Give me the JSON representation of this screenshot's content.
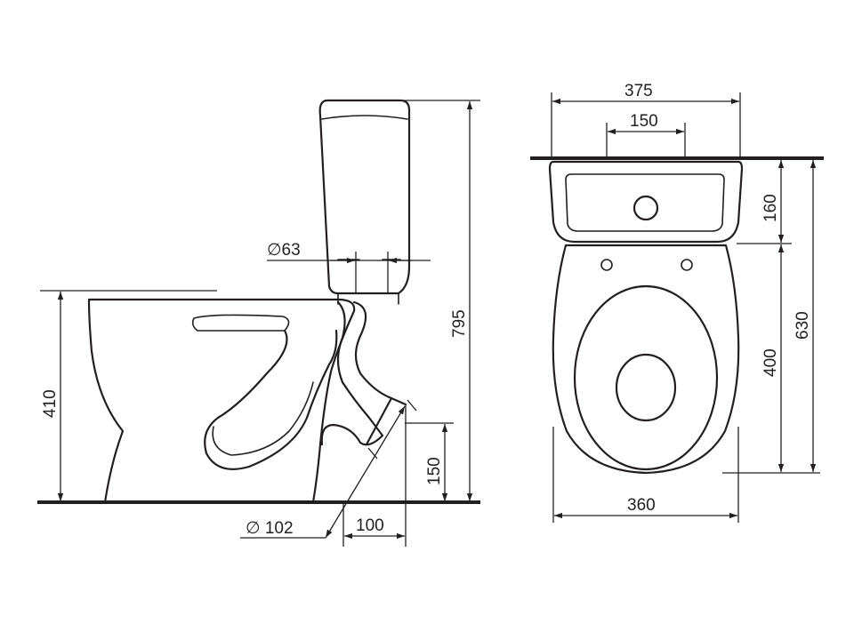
{
  "dimensions": {
    "tank_outlet_diameter": "∅63",
    "outlet_diameter": "∅ 102",
    "outlet_offset": "100",
    "outlet_height": "150",
    "seat_height": "410",
    "total_height": "795",
    "tank_width": "375",
    "hole_spacing": "150",
    "tank_depth": "160",
    "bowl_length": "400",
    "total_depth": "630",
    "bowl_width": "360"
  },
  "colors": {
    "line": "#231f20",
    "background": "#ffffff"
  }
}
